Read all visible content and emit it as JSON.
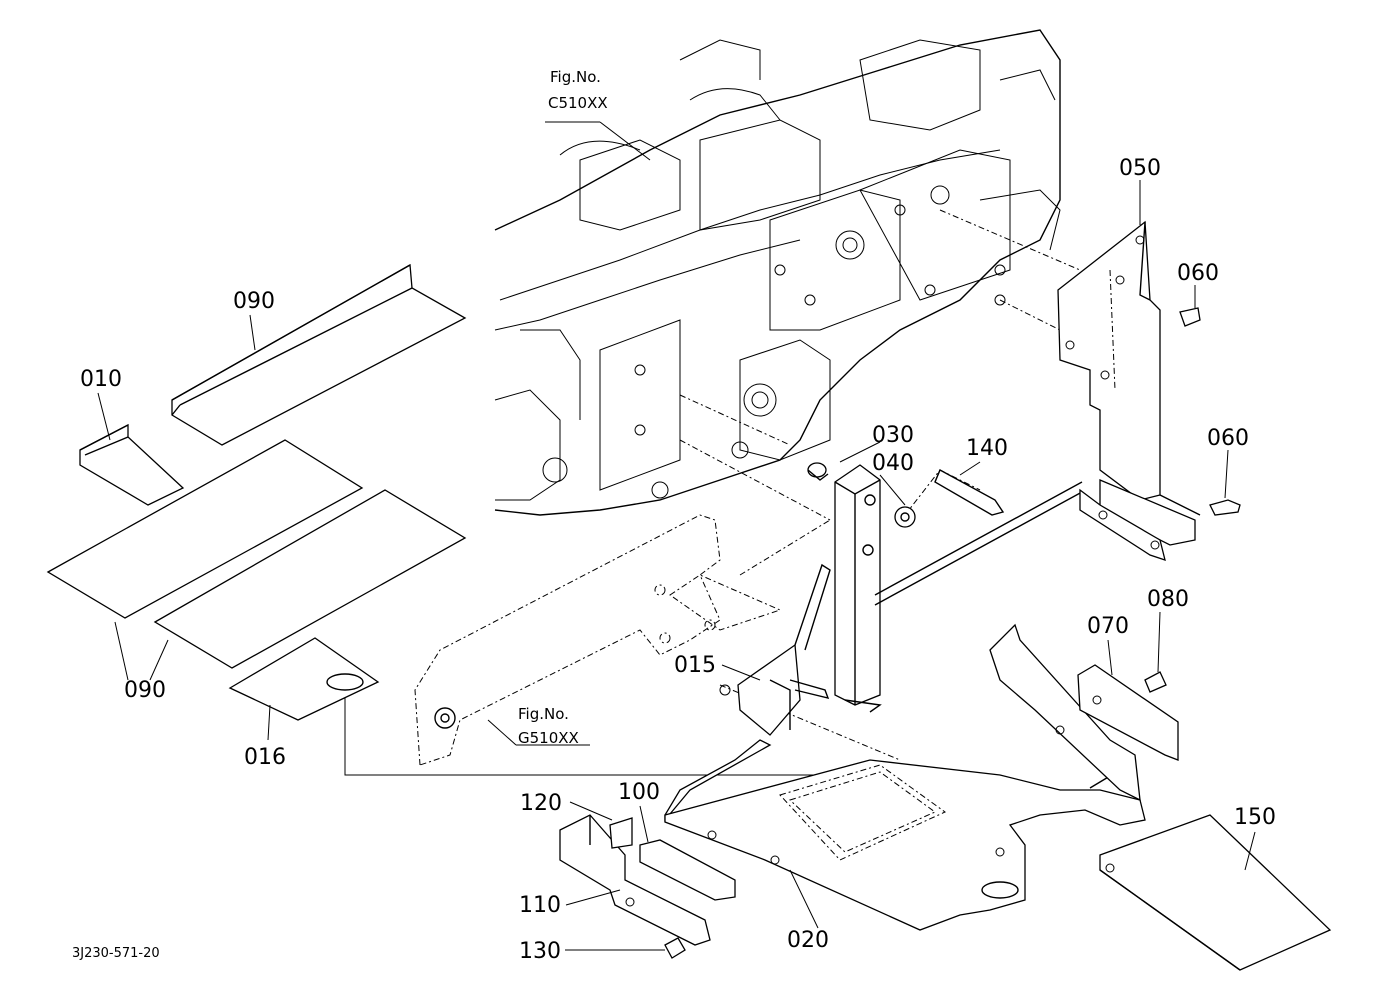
{
  "callouts": {
    "p010": "010",
    "p015": "015",
    "p016": "016",
    "p020": "020",
    "p030": "030",
    "p040": "040",
    "p050": "050",
    "p060_top": "060",
    "p060_bottom": "060",
    "p070": "070",
    "p080": "080",
    "p090_top": "090",
    "p090_bottom": "090",
    "p100": "100",
    "p110": "110",
    "p120": "120",
    "p130": "130",
    "p140": "140",
    "p150": "150"
  },
  "figure_refs": {
    "transmission": {
      "label": "Fig.No.",
      "code": "C510XX"
    },
    "frame": {
      "label": "Fig.No.",
      "code": "G510XX"
    }
  },
  "drawing_code": "3J230-571-20"
}
